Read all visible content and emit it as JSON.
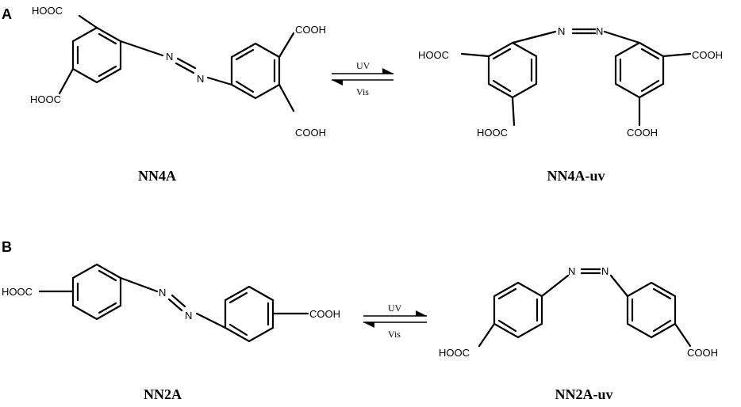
{
  "panels": {
    "a": "A",
    "b": "B"
  },
  "labels": {
    "cooh_right": "COOH",
    "hooc_left": "HOOC",
    "n": "N"
  },
  "captions": {
    "nn4a": "NN4A",
    "nn4a_uv": "NN4A-uv",
    "nn2a": "NN2A",
    "nn2a_uv": "NN2A-uv"
  },
  "arrows": {
    "forward": "UV",
    "reverse": "Vis"
  }
}
